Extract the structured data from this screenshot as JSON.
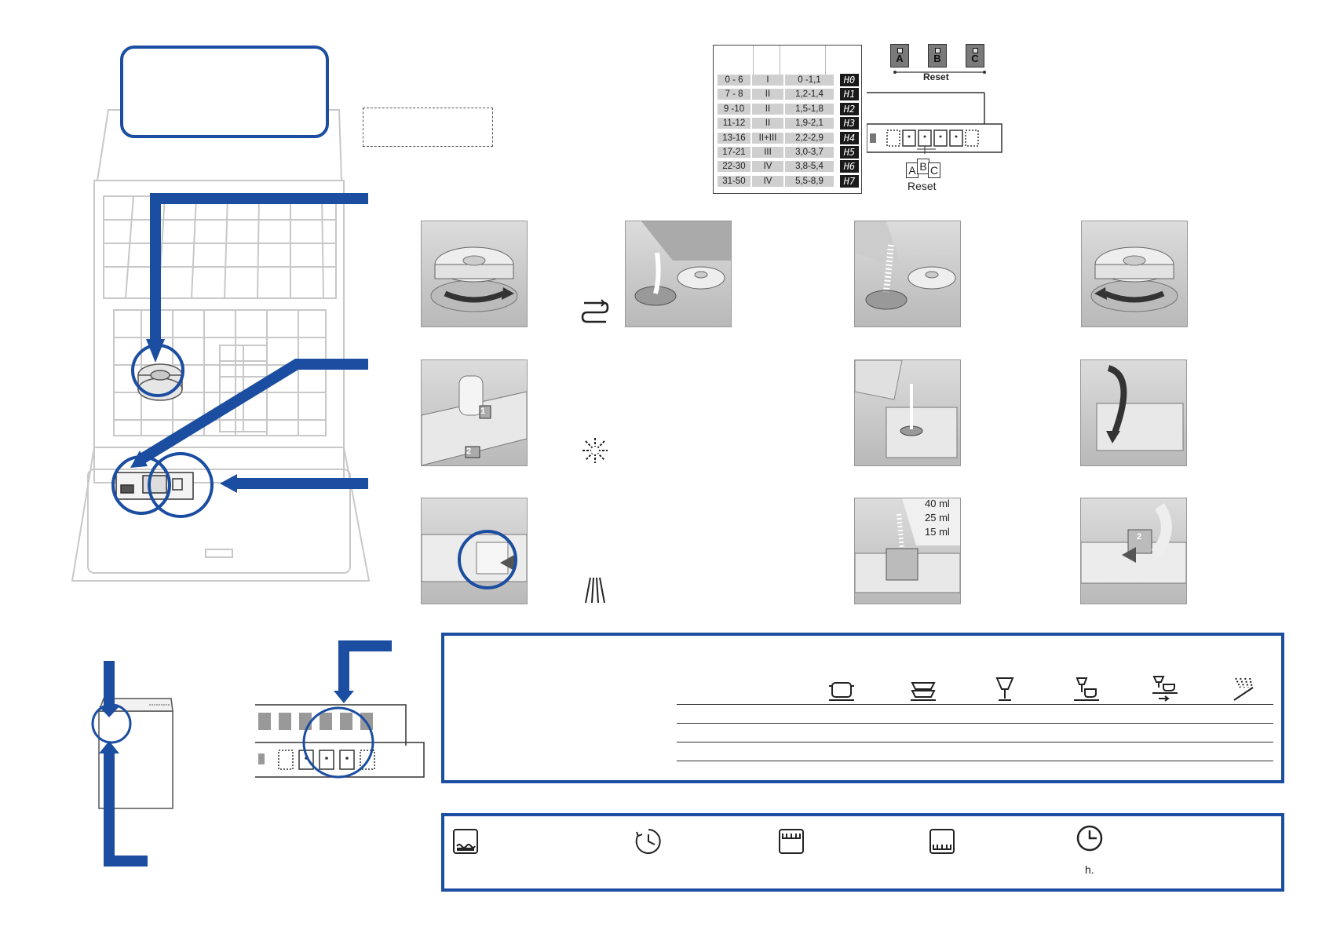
{
  "hardness_table": {
    "rows": [
      {
        "dh": "0 - 6",
        "range": "I",
        "mmol": "0 -1,1",
        "code": "H0"
      },
      {
        "dh": "7 - 8",
        "range": "II",
        "mmol": "1,2-1,4",
        "code": "H1"
      },
      {
        "dh": "9 -10",
        "range": "II",
        "mmol": "1,5-1,8",
        "code": "H2"
      },
      {
        "dh": "11-12",
        "range": "II",
        "mmol": "1,9-2,1",
        "code": "H3"
      },
      {
        "dh": "13-16",
        "range": "II+III",
        "mmol": "2,2-2,9",
        "code": "H4"
      },
      {
        "dh": "17-21",
        "range": "III",
        "mmol": "3,0-3,7",
        "code": "H5"
      },
      {
        "dh": "22-30",
        "range": "IV",
        "mmol": "3,8-5,4",
        "code": "H6"
      },
      {
        "dh": "31-50",
        "range": "IV",
        "mmol": "5,5-8,9",
        "code": "H7"
      }
    ]
  },
  "keys": {
    "a": "A",
    "b": "B",
    "c": "C",
    "reset_label": "Reset"
  },
  "panel_keys": {
    "a": "A",
    "b": "B",
    "c": "C",
    "reset_label": "Reset"
  },
  "detergent_dose": {
    "ml40": "40 ml",
    "ml25": "25 ml",
    "ml15": "15 ml"
  },
  "step_badges": {
    "one": "1",
    "two": "2"
  },
  "program_panel": {
    "icons": [
      "pot-icon",
      "plates-icon",
      "glass-icon",
      "cup-saucer-icon",
      "quick-wash-icon",
      "pre-rinse-icon"
    ]
  },
  "option_panel": {
    "icons": [
      "intensive-zone-icon",
      "vario-speed-icon",
      "upper-basket-icon",
      "lower-basket-icon",
      "timer-icon"
    ],
    "timer_unit": "h."
  },
  "colors": {
    "accent": "#1b4da0",
    "line_gray": "#c8c8c8"
  }
}
